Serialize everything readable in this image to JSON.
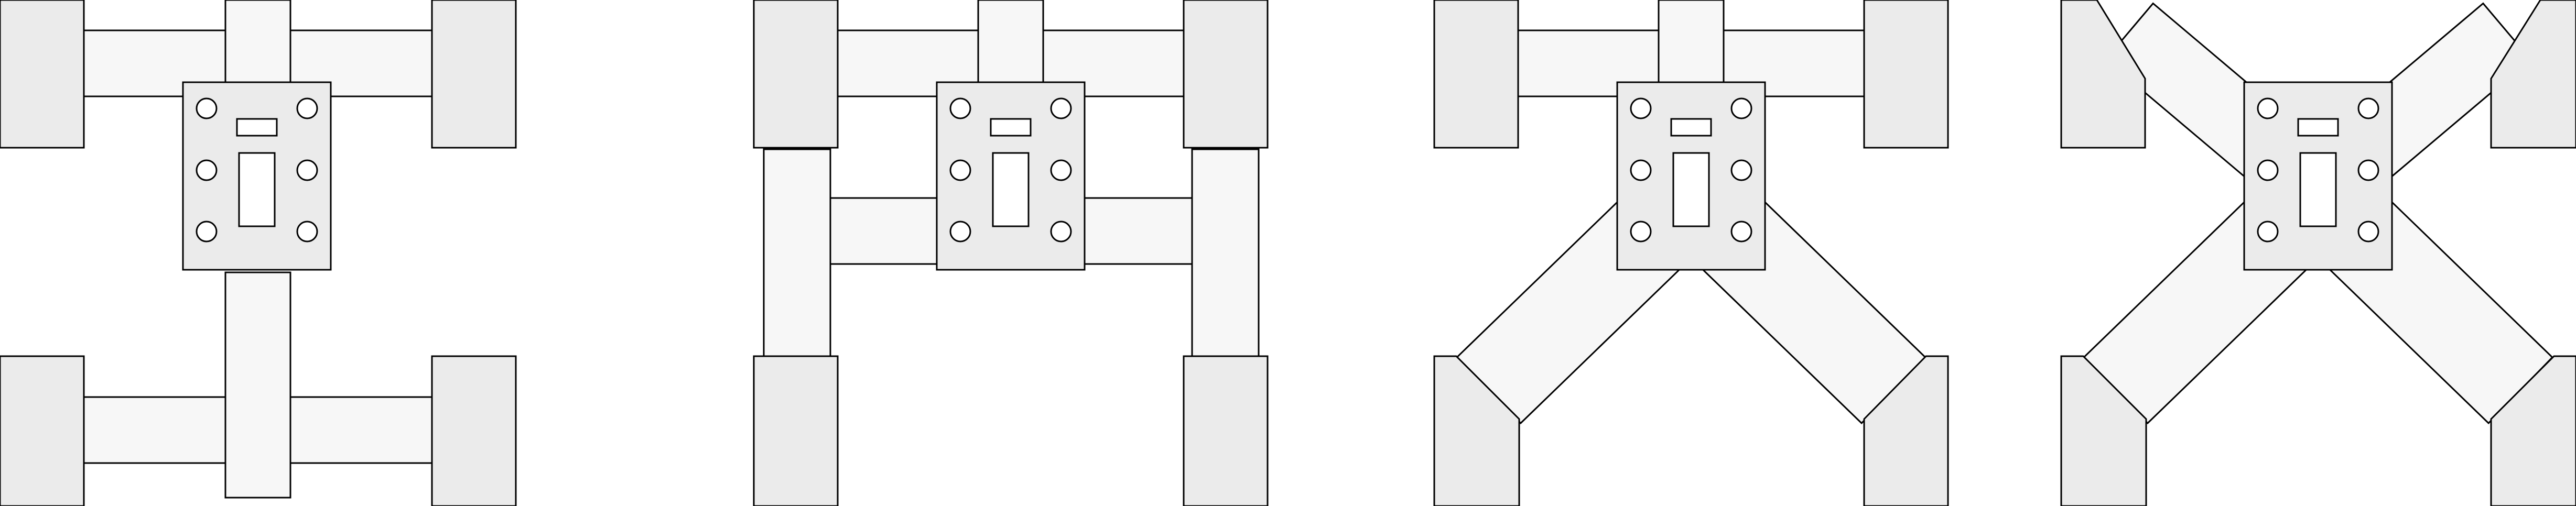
{
  "colors": {
    "background": "#ffffff",
    "pad_fill": "#ebebeb",
    "arm_fill": "#f7f7f7",
    "plate_fill": "#ebebeb",
    "stroke": "#000000",
    "hole_fill": "#ffffff"
  },
  "variants": [
    {
      "id": "variant-1-double-h-frame",
      "arms": "double-h"
    },
    {
      "id": "variant-2-h-frame",
      "arms": "h"
    },
    {
      "id": "variant-3-y-frame",
      "arms": "y"
    },
    {
      "id": "variant-4-x-frame",
      "arms": "x"
    }
  ]
}
